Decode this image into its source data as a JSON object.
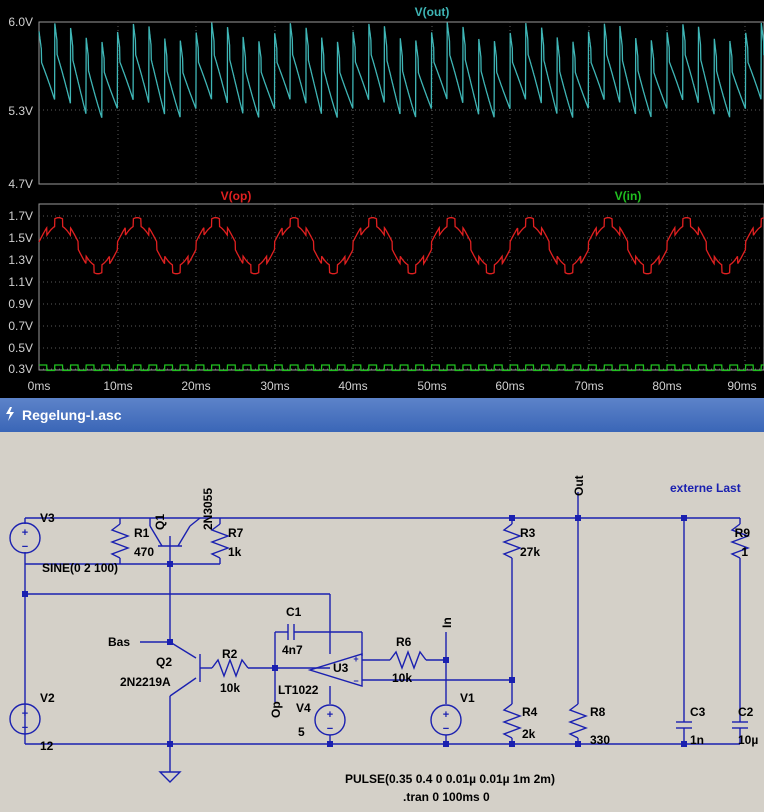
{
  "window": {
    "title": "Regelung-I.asc"
  },
  "waveform": {
    "top_pane": {
      "trace_label": "V(out)",
      "trace_color": "#3fb6b6",
      "y_ticks": [
        "6.0V",
        "5.3V",
        "4.7V"
      ]
    },
    "bottom_pane": {
      "trace_labels": [
        {
          "text": "V(op)",
          "color": "#e02020"
        },
        {
          "text": "V(in)",
          "color": "#20c020"
        }
      ],
      "y_ticks": [
        "1.7V",
        "1.5V",
        "1.3V",
        "1.1V",
        "0.9V",
        "0.7V",
        "0.5V",
        "0.3V"
      ]
    },
    "x_ticks": [
      "0ms",
      "10ms",
      "20ms",
      "30ms",
      "40ms",
      "50ms",
      "60ms",
      "70ms",
      "80ms",
      "90ms"
    ]
  },
  "schematic": {
    "labels": {
      "V3": "V3",
      "V3_spec": "SINE(0 2 100)",
      "R1": "R1",
      "R1_val": "470",
      "Q1": "Q1",
      "Q1_model": "2N3055",
      "R7": "R7",
      "R7_val": "1k",
      "R3": "R3",
      "R3_val": "27k",
      "Out": "Out",
      "ext": "externe Last",
      "R9": "R9",
      "R9_val": "1",
      "C1": "C1",
      "C1_val": "4n7",
      "In": "In",
      "Bas": "Bas",
      "Q2": "Q2",
      "Q2_model": "2N2219A",
      "R2": "R2",
      "R2_val": "10k",
      "U3": "U3",
      "U3_model": "LT1022",
      "R6": "R6",
      "R6_val": "10k",
      "Op": "Op",
      "V4": "V4",
      "V4_val": "5",
      "V1": "V1",
      "V2": "V2",
      "V2_val": "12",
      "R4": "R4",
      "R4_val": "2k",
      "R8": "R8",
      "R8_val": "330",
      "C3": "C3",
      "C3_val": "1n",
      "C2": "C2",
      "C2_val": "10µ",
      "pulse": "PULSE(0.35 0.4 0 0.01µ 0.01µ 1m 2m)",
      "tran": ".tran 0 100ms 0"
    }
  }
}
